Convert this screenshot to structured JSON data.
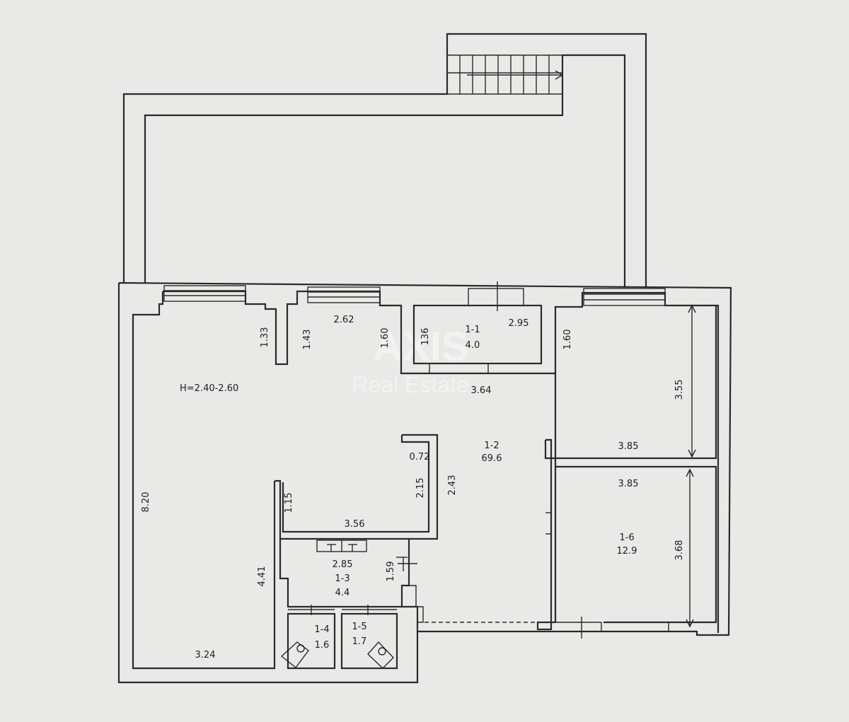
{
  "watermark": {
    "brand": "AXIS",
    "sub": "Real Estate"
  },
  "height_note": "H=2.40-2.60",
  "rooms": {
    "r11": {
      "id": "1-1",
      "area": "4.0"
    },
    "r12": {
      "id": "1-2",
      "area": "69.6"
    },
    "r13": {
      "id": "1-3",
      "area": "4.4"
    },
    "r14": {
      "id": "1-4",
      "area": "1.6"
    },
    "r15": {
      "id": "1-5",
      "area": "1.7"
    },
    "r16": {
      "id": "1-6",
      "area": "12.9"
    }
  },
  "dims": {
    "d133": "1.33",
    "d143": "1.43",
    "d262": "2.62",
    "d160a": "1.60",
    "d136": "136",
    "d295": "2.95",
    "d160b": "1.60",
    "d364": "3.64",
    "d355": "3.55",
    "d385a": "3.85",
    "d385b": "3.85",
    "d368": "3.68",
    "d072": "0.72",
    "d215": "2.15",
    "d243": "2.43",
    "d115": "1.15",
    "d356": "3.56",
    "d820": "8.20",
    "d285": "2.85",
    "d159": "1.59",
    "d441": "4.41",
    "d324": "3.24"
  }
}
